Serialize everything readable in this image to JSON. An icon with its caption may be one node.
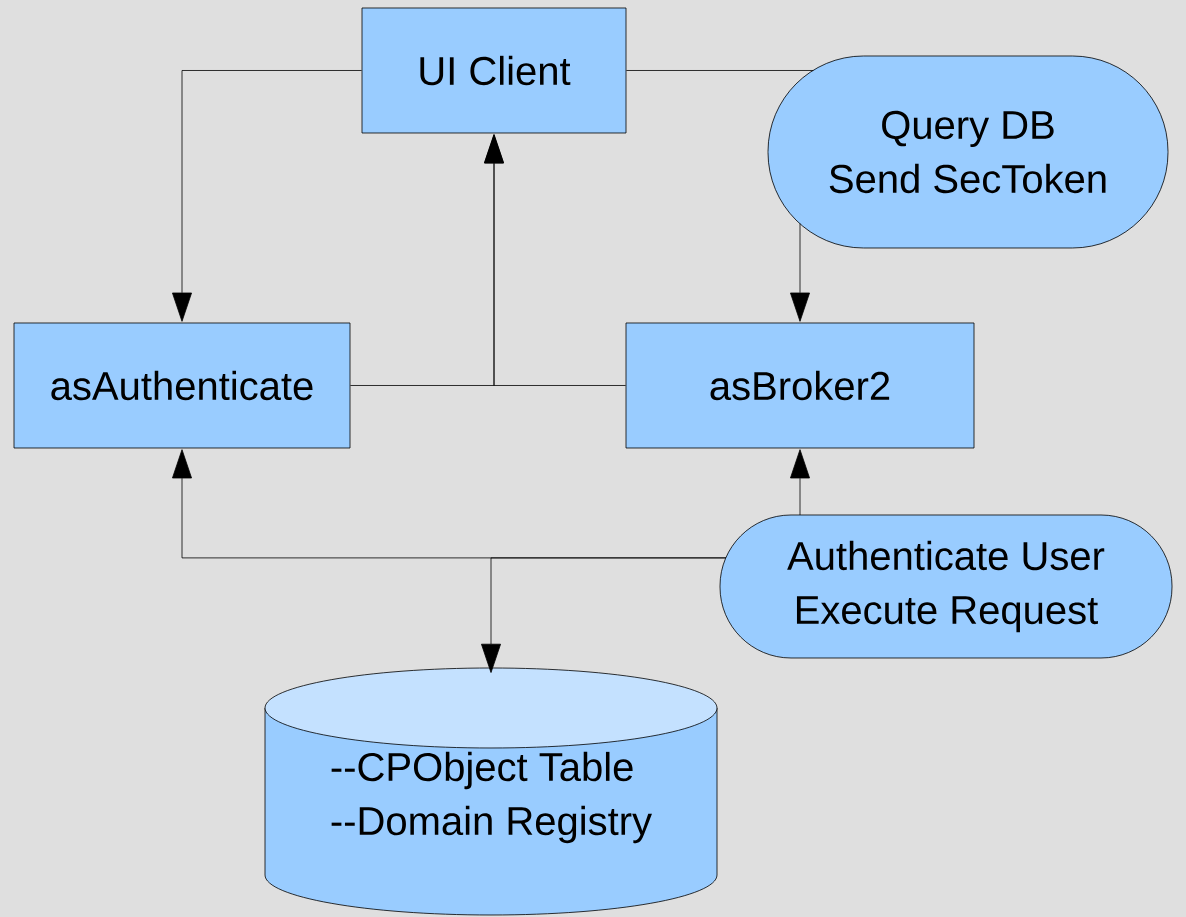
{
  "diagram": {
    "nodes": [
      {
        "text": [
          "UI Client"
        ]
      },
      {
        "text": [
          "Query DB",
          "Send SecToken"
        ]
      },
      {
        "text": [
          "asAuthenticate"
        ]
      },
      {
        "text": [
          "asBroker2"
        ]
      },
      {
        "text": [
          "Authenticate User",
          "Execute Request"
        ]
      },
      {
        "text": [
          "--CPObject Table",
          "--Domain Registry"
        ]
      }
    ],
    "edges": [
      {
        "from": 0,
        "to": 2,
        "arrow": "to"
      },
      {
        "from": 0,
        "to": 1,
        "arrow": "none"
      },
      {
        "from": 1,
        "to": 3,
        "arrow": "to"
      },
      {
        "from": 2,
        "to": 0,
        "arrow": "to"
      },
      {
        "from": 3,
        "to": 0,
        "arrow": "to"
      },
      {
        "from": 4,
        "to": 3,
        "arrow": "to"
      },
      {
        "from": 4,
        "to": 2,
        "arrow": "to"
      },
      {
        "from": 4,
        "to": 5,
        "arrow": "to"
      }
    ]
  }
}
